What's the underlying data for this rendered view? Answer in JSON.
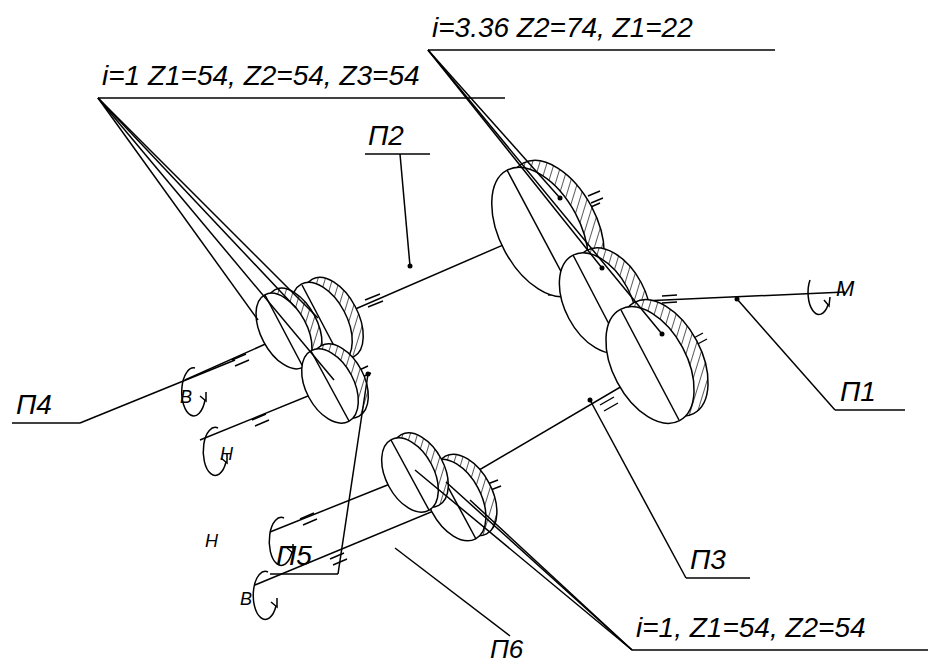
{
  "diagram": {
    "labels": [
      "i=3.36 Z2=74, Z1=22",
      "i=1 Z1=54, Z2=54, Z3=54",
      "П2",
      "M",
      "П1",
      "B",
      "П4",
      "H",
      "П5",
      "H",
      "B",
      "П3",
      "i=1, Z1=54, Z2=54",
      "П6"
    ]
  }
}
